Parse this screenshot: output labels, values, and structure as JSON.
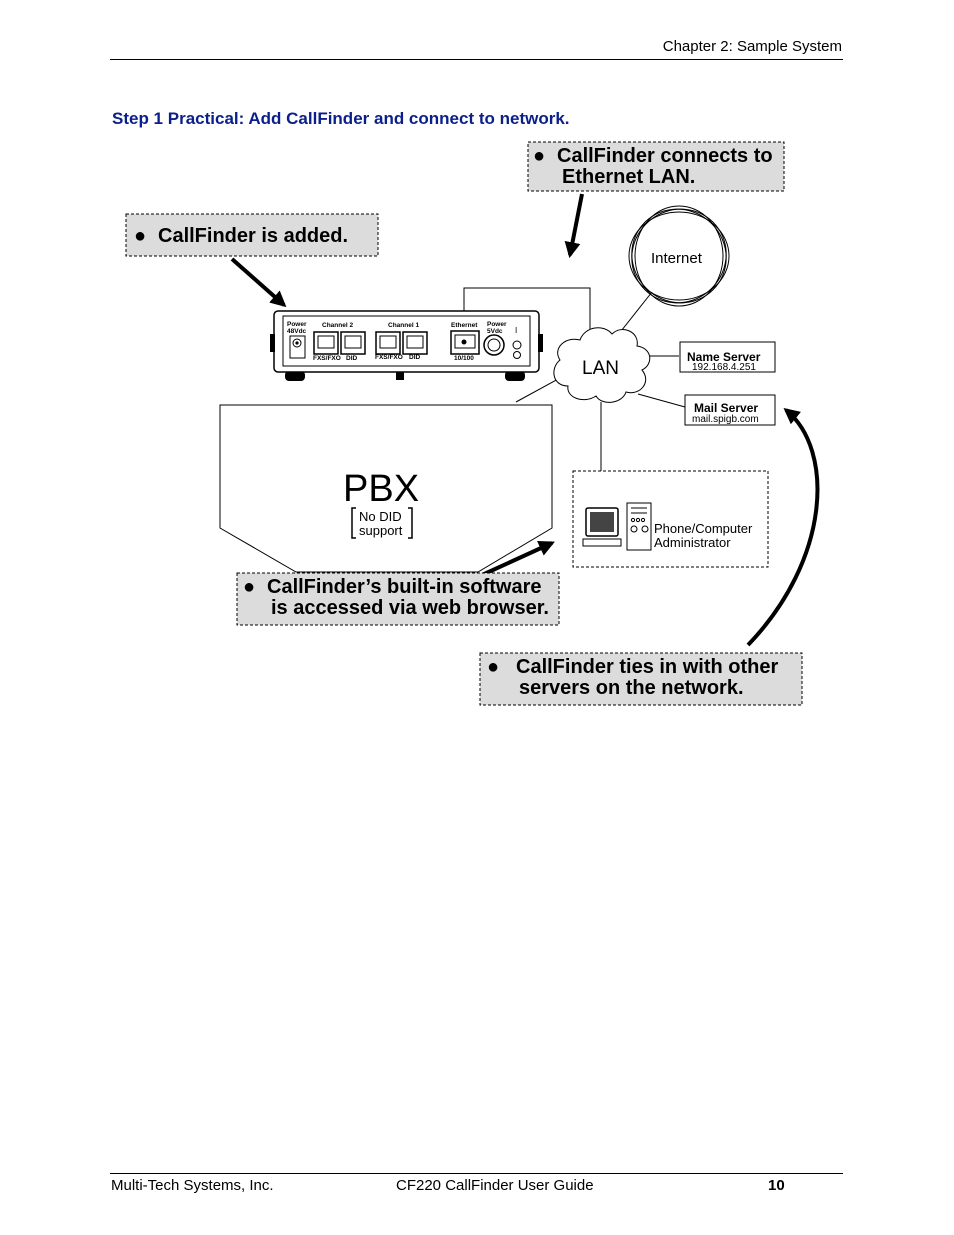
{
  "header": {
    "chapter": "Chapter 2:  Sample System"
  },
  "heading": "Step 1 Practical: Add CallFinder and connect to network.",
  "callouts": {
    "connects": {
      "line1": "CallFinder connects to",
      "line2": "Ethernet LAN."
    },
    "added": {
      "line1": "CallFinder is added."
    },
    "software": {
      "line1": "CallFinder’s built-in software",
      "line2": "is accessed via web browser."
    },
    "ties": {
      "line1": "CallFinder ties in with other",
      "line2": "servers on the network."
    }
  },
  "bullet": "●",
  "diagram": {
    "internet": "Internet",
    "lan": "LAN",
    "name_server": {
      "title": "Name Server",
      "address": "192.168.4.251"
    },
    "mail_server": {
      "title": "Mail Server",
      "address": "mail.spigb.com"
    },
    "pbx": {
      "title": "PBX",
      "note_line1": "No DID",
      "note_line2": "support"
    },
    "admin": {
      "line1": "Phone/Computer",
      "line2": "Administrator"
    },
    "device": {
      "power48_line1": "Power",
      "power48_line2": "48Vdc",
      "channel2": "Channel 2",
      "channel1": "Channel 1",
      "ethernet": "Ethernet",
      "power5_line1": "Power",
      "power5_line2": "5Vdc",
      "fxs_fxo": "FXS/FXO",
      "did": "DID",
      "speed": "10/100",
      "switch_mark": "I"
    }
  },
  "footer": {
    "company": "Multi-Tech Systems, Inc.",
    "guide": "CF220 CallFinder User Guide",
    "page": "10"
  }
}
